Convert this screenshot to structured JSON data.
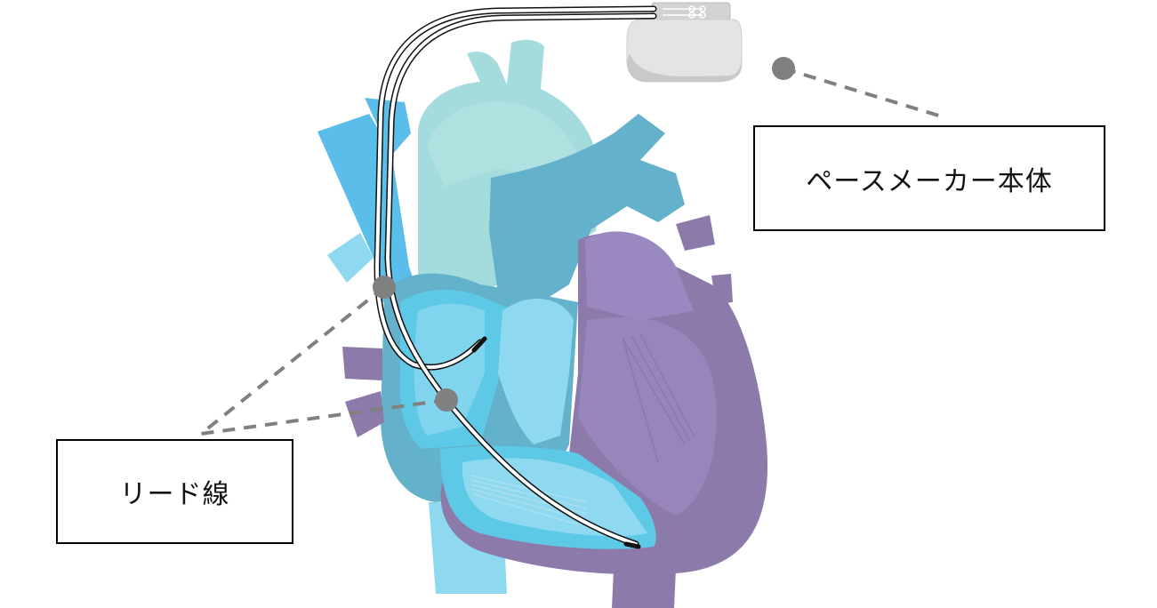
{
  "labels": {
    "pacemaker_body": "ペースメーカー本体",
    "lead_wire": "リード線"
  },
  "colors": {
    "background": "#ffffff",
    "aorta_light": "#a4dcdd",
    "vena_cava_blue": "#5bbde9",
    "right_heart_blue": "#5ec9e6",
    "right_heart_pale": "#8fd9f0",
    "pulmonary_teal": "#63b1cb",
    "left_heart_purple": "#8c7aab",
    "left_heart_light": "#9a89c0",
    "lead_line": "#111111",
    "device_gray": "#e4e4e4",
    "callout_gray": "#808080",
    "box_border": "#000000"
  },
  "icons": [
    "heart-illustration",
    "pacemaker-device-icon",
    "lead-wire",
    "callout-dot"
  ]
}
